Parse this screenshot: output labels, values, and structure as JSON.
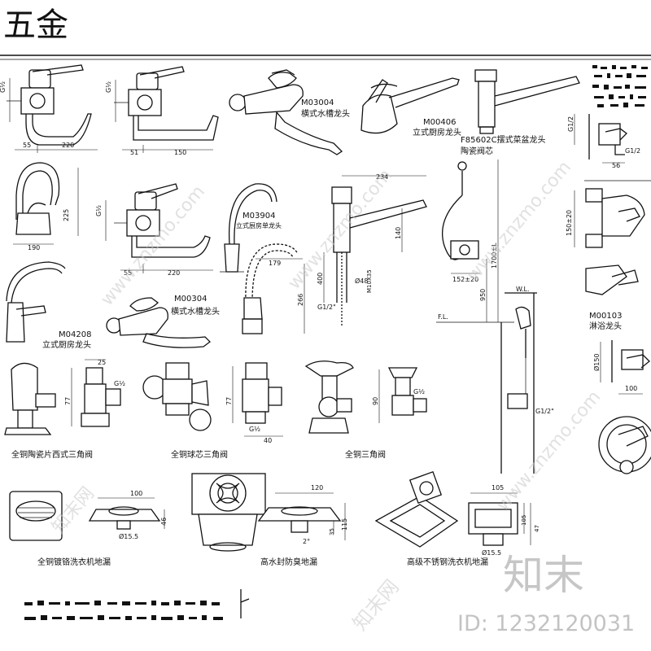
{
  "page": {
    "title": "五金"
  },
  "labels": {
    "m03004_code": "M03004",
    "m03004_name": "横式水槽龙头",
    "m00406_code": "M00406",
    "m00406_name": "立式厨房龙头",
    "f85602c_name": "F85602C摆式菜盆龙头",
    "f85602c_sub": "陶瓷阀芯",
    "m03904_code": "M03904",
    "m03904_name": "立式厨房单龙头",
    "m00304_code": "M00304",
    "m00304_name": "横式水槽龙头",
    "m04208_code": "M04208",
    "m04208_name": "立式厨房龙头",
    "m00103_code": "M00103",
    "m00103_name": "淋浴龙头",
    "valve1": "全铜陶瓷片西式三角阀",
    "valve2": "全铜球芯三角阀",
    "valve3": "全铜三角阀",
    "drain1": "全铜镀铬洗衣机地漏",
    "drain2": "高水封防臭地漏",
    "drain3": "高级不锈钢洗衣机地漏"
  },
  "dims": {
    "d55a": "55",
    "d220a": "220",
    "g12a": "G½",
    "d51": "51",
    "d150a": "150",
    "g12b": "G½",
    "d190": "190",
    "d225": "225",
    "g12c": "G½",
    "d55b": "55",
    "d220b": "220",
    "d234": "234",
    "d140": "140",
    "d400": "400",
    "d48": "Ø48",
    "m10": "M10X35",
    "g12d": "G1/2\"",
    "d179": "179",
    "d266": "266",
    "d15220": "152±20",
    "d1700": "1700±L",
    "d950": "950",
    "fl": "F.L.",
    "wl": "W.L.",
    "g12e": "G1/2",
    "g12f": "G1/2",
    "d56": "56",
    "d150b": "150±20",
    "d150c": "Ø150",
    "d100a": "100",
    "g12g": "G1/2\"",
    "d25": "25",
    "d77a": "77",
    "g12h": "G½",
    "d77b": "77",
    "g12i": "G½",
    "d40": "40",
    "d90": "90",
    "g12j": "G½",
    "d100b": "100",
    "d46": "46",
    "d155a": "Ø15.5",
    "d120": "120",
    "d115": "115",
    "d35": "35",
    "d2": "2°",
    "d105": "105",
    "d1051": "105",
    "d47": "47",
    "d155b": "Ø15.5"
  },
  "watermark": {
    "brand": "知末",
    "id": "ID: 1232120031",
    "site": "www.znzmo.com",
    "stamp": "知末网"
  }
}
